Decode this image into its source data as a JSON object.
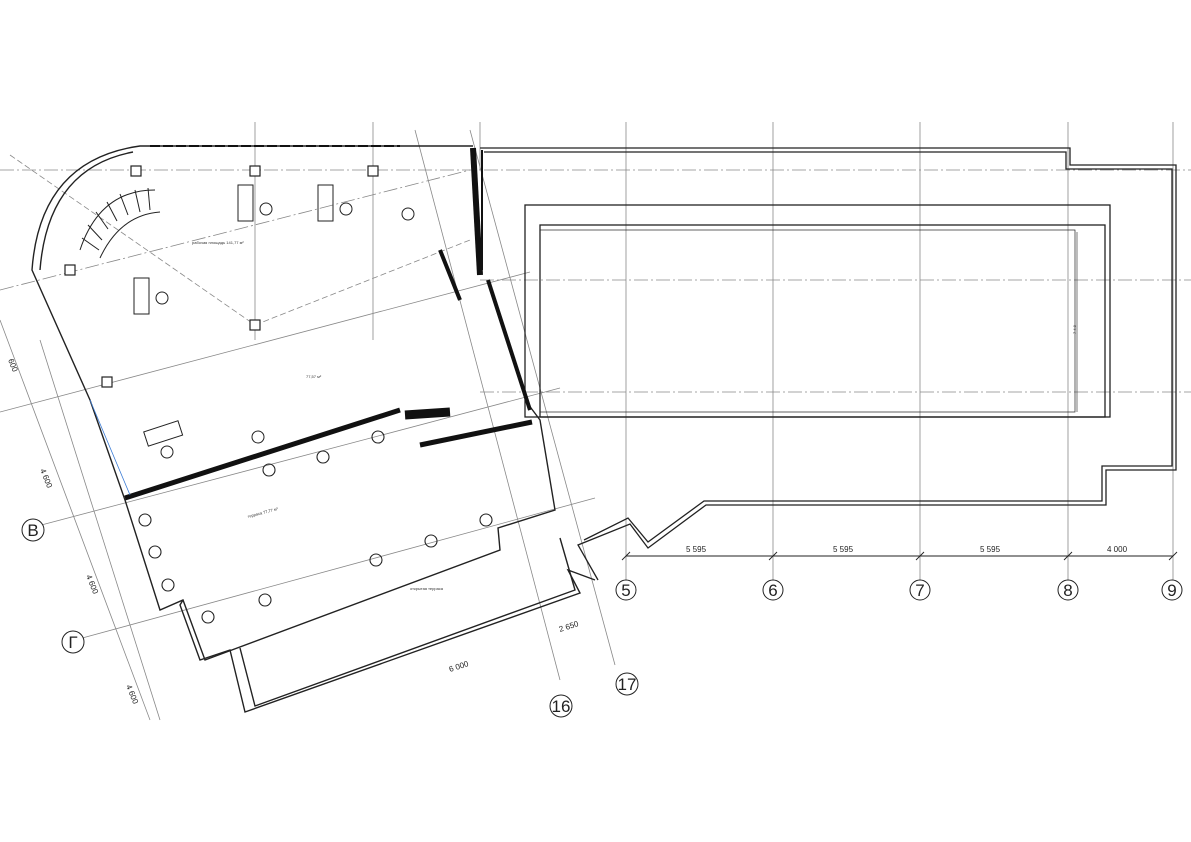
{
  "drawing": {
    "grid_axes": [
      {
        "id": "ax5",
        "label": "5"
      },
      {
        "id": "ax6",
        "label": "6"
      },
      {
        "id": "ax7",
        "label": "7"
      },
      {
        "id": "ax8",
        "label": "8"
      },
      {
        "id": "ax9",
        "label": "9"
      },
      {
        "id": "ax16",
        "label": "16"
      },
      {
        "id": "ax17",
        "label": "17"
      },
      {
        "id": "axV",
        "label": "В"
      },
      {
        "id": "axG",
        "label": "Г"
      }
    ],
    "dimensions_horizontal": [
      "5 595",
      "5 595",
      "5 595",
      "4 000"
    ],
    "dimensions_rotated": [
      "2 650",
      "6 000",
      "4 600",
      "4 600",
      "4 600",
      "600"
    ],
    "annotations": {
      "work_area": "рабочая площадь 141,77 м²",
      "open_terrace": "открытая терраса",
      "pool_note": "7 4 8",
      "room_area": "77,57 м²",
      "terrace_area": "терраса 77,77 м²"
    }
  }
}
